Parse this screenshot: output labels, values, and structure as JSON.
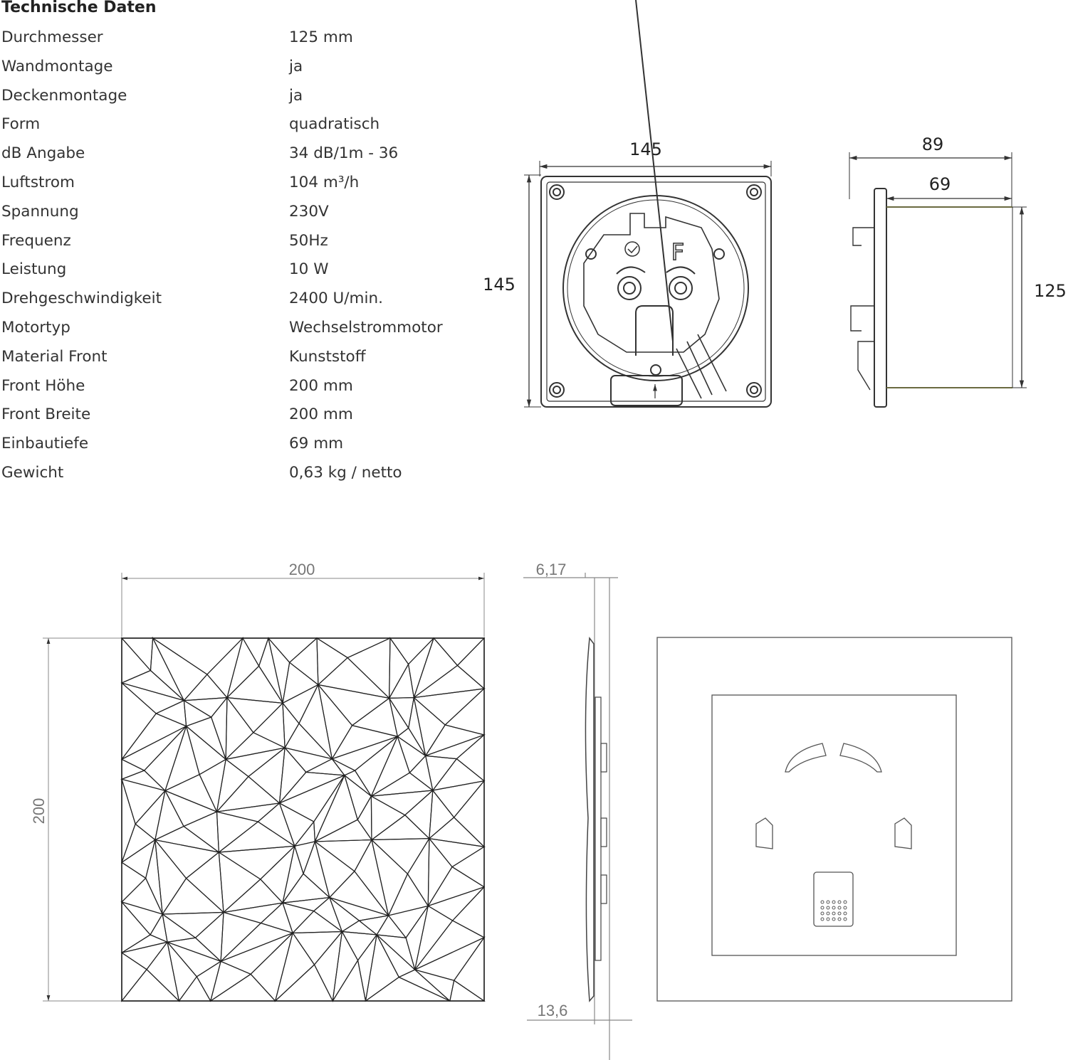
{
  "title": "Technische Daten",
  "specs": [
    {
      "label": "Durchmesser",
      "value": "125 mm"
    },
    {
      "label": "Wandmontage",
      "value": "ja"
    },
    {
      "label": "Deckenmontage",
      "value": "ja"
    },
    {
      "label": "Form",
      "value": "quadratisch"
    },
    {
      "label": "dB Angabe",
      "value": "34 dB/1m - 36"
    },
    {
      "label": "Luftstrom",
      "value": "104 m³/h"
    },
    {
      "label": "Spannung",
      "value": "230V"
    },
    {
      "label": "Frequenz",
      "value": "50Hz"
    },
    {
      "label": "Leistung",
      "value": "10 W"
    },
    {
      "label": "Drehgeschwindigkeit",
      "value": "2400 U/min."
    },
    {
      "label": "Motortyp",
      "value": "Wechselstrommotor"
    },
    {
      "label": "Material Front",
      "value": "Kunststoff"
    },
    {
      "label": "Front Höhe",
      "value": "200 mm"
    },
    {
      "label": "Front Breite",
      "value": "200 mm"
    },
    {
      "label": "Einbautiefe",
      "value": "69 mm"
    },
    {
      "label": "Gewicht",
      "value": "0,63 kg / netto"
    }
  ],
  "fan_front": {
    "width": "145",
    "height": "145",
    "mark": "F"
  },
  "fan_side": {
    "total_depth": "89",
    "install_depth": "69",
    "diameter": "125"
  },
  "front_panel": {
    "width": "200",
    "height": "200"
  },
  "panel_side": {
    "thickness_top": "6,17",
    "thickness_bottom": "13,6"
  }
}
